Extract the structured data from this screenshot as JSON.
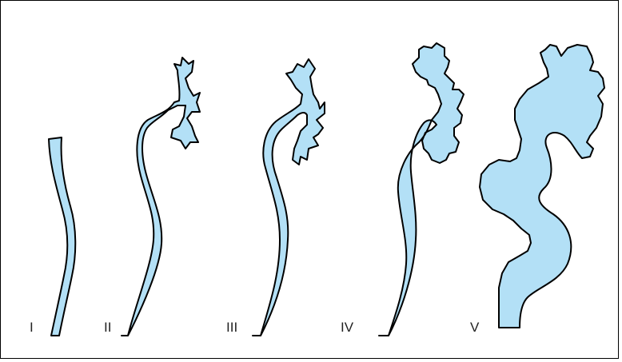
{
  "fill_color": "#b3e0f6",
  "stroke_color": "#000000",
  "stages": [
    {
      "label": "I"
    },
    {
      "label": "II"
    },
    {
      "label": "III"
    },
    {
      "label": "IV"
    },
    {
      "label": "V"
    }
  ]
}
